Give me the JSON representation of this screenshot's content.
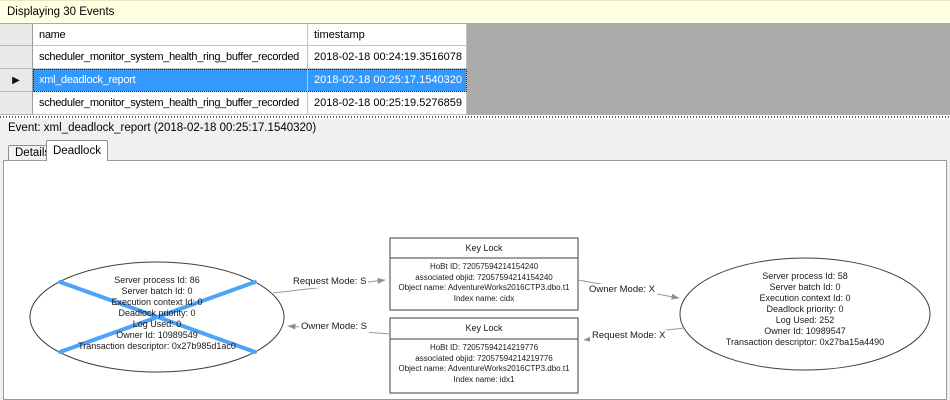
{
  "caption": {
    "title": "Displaying 30 Events"
  },
  "grid": {
    "columns": [
      "name",
      "timestamp"
    ],
    "selection_indicator": "▶",
    "rows": [
      {
        "name": "scheduler_monitor_system_health_ring_buffer_recorded",
        "timestamp": "2018-02-18 00:24:19.3516078",
        "selected": false
      },
      {
        "name": "xml_deadlock_report",
        "timestamp": "2018-02-18 00:25:17.1540320",
        "selected": true
      },
      {
        "name": "scheduler_monitor_system_health_ring_buffer_recorded",
        "timestamp": "2018-02-18 00:25:19.5276859",
        "selected": false
      }
    ]
  },
  "event_bar": {
    "label": "Event: xml_deadlock_report (2018-02-18 00:25:17.1540320)"
  },
  "tabs": [
    {
      "label": "Details",
      "active": false
    },
    {
      "label": "Deadlock",
      "active": true
    }
  ],
  "graph": {
    "process_left": {
      "victim": true,
      "lines": [
        "Server process Id: 86",
        "Server batch Id: 0",
        "Execution context Id: 0",
        "Deadlock priority: 0",
        "Log Used: 0",
        "Owner Id: 10989549",
        "Transaction descriptor: 0x27b985d1ac0"
      ]
    },
    "process_right": {
      "victim": false,
      "lines": [
        "Server process Id: 58",
        "Server batch Id: 0",
        "Execution context Id: 0",
        "Deadlock priority: 0",
        "Log Used: 252",
        "Owner Id: 10989547",
        "Transaction descriptor: 0x27ba15a4490"
      ]
    },
    "resource_top": {
      "title": "Key Lock",
      "lines": [
        "HoBt ID: 72057594214154240",
        "associated objid: 72057594214154240",
        "Object name: AdventureWorks2016CTP3.dbo.t1",
        "Index name: cidx"
      ]
    },
    "resource_bottom": {
      "title": "Key Lock",
      "lines": [
        "HoBt ID: 72057594214219776",
        "associated objid: 72057594214219776",
        "Object name: AdventureWorks2016CTP3.dbo.t1",
        "Index name: idx1"
      ]
    },
    "edges": {
      "left_top": "Request Mode: S",
      "left_bottom": "Owner Mode: S",
      "right_top": "Owner Mode: X",
      "right_bottom": "Request Mode: X"
    }
  },
  "colors": {
    "selection": "#3399ff",
    "caption_bg": "#ffffe1",
    "grid_void": "#ababab",
    "victim_cross": "#4da3f7",
    "edge": "#979797"
  }
}
